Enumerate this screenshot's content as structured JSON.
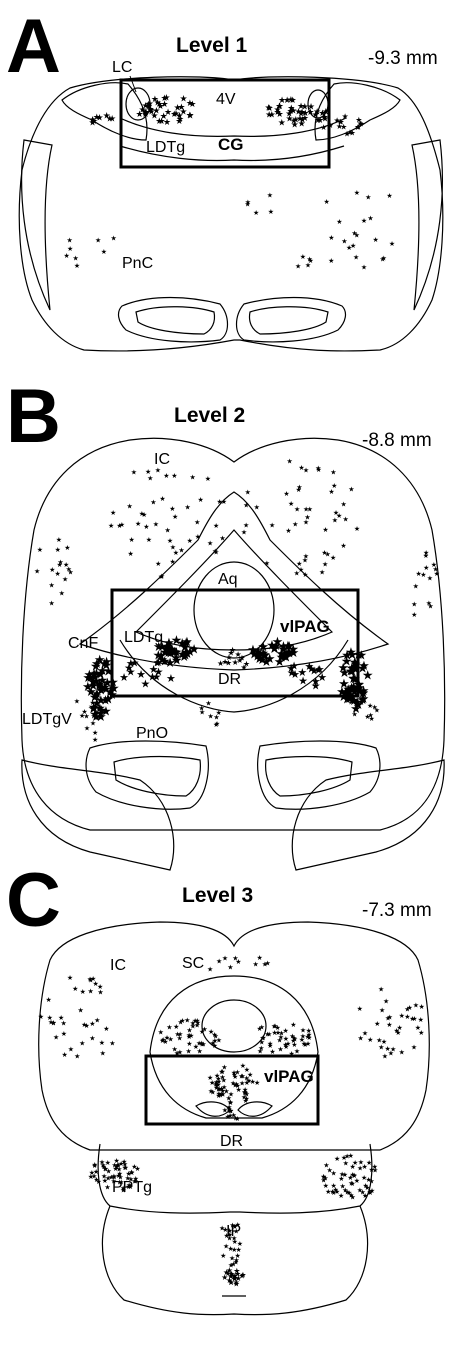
{
  "panels": [
    {
      "letter": "A",
      "title": "Level 1",
      "coordinate": "-9.3 mm",
      "labels": [
        "LC",
        "4V",
        "LDTg",
        "CG",
        "PnC"
      ]
    },
    {
      "letter": "B",
      "title": "Level 2",
      "coordinate": "-8.8 mm",
      "labels": [
        "IC",
        "Aq",
        "CnF",
        "LDTg",
        "vlPAG",
        "DR",
        "LDTgV",
        "PnO"
      ]
    },
    {
      "letter": "C",
      "title": "Level 3",
      "coordinate": "-7.3 mm",
      "labels": [
        "IC",
        "SC",
        "vlPAG",
        "DR",
        "PPTg",
        "IP"
      ]
    }
  ],
  "icons": [
    "labeled-cell-star-icon"
  ]
}
